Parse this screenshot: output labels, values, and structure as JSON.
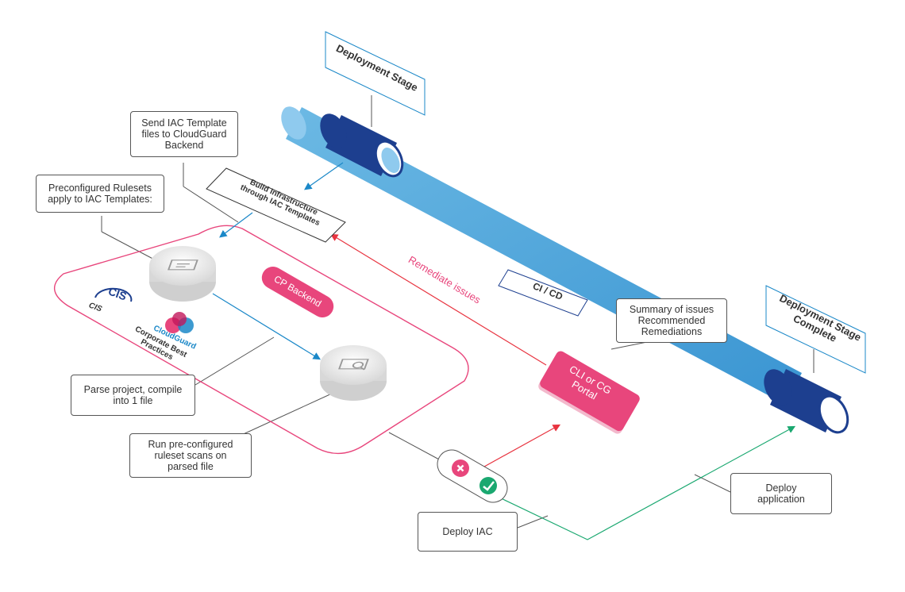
{
  "diagram": {
    "deployment_stage": "Deployment Stage",
    "deployment_stage_complete": "Deployment Stage\nComplete",
    "ci_cd": "CI / CD",
    "send_iac": "Send IAC Template\nfiles to CloudGuard\nBackend",
    "build_infra": "Build Infrastructure\nthrough IAC Templates",
    "preconfigured_rulesets": "Preconfigured Rulesets\napply to IAC Templates:",
    "cp_backend": "CP Backend",
    "remediate": "Remediate issues",
    "cli_portal": "CLI or CG\nPortal",
    "summary": "Summary of issues\nRecommended\nRemediations",
    "cis_logo": "CIS",
    "cis_label": "CIS",
    "cloudguard_logo": "CloudGuard",
    "corporate": "Corporate Best\nPractices",
    "parse_project": "Parse project, compile\ninto 1 file",
    "run_scans": "Run pre-configured\nruleset scans on\nparsed file",
    "deploy_iac": "Deploy IAC",
    "deploy_application": "Deploy\napplication"
  },
  "colors": {
    "pipe": "#4aa8dd",
    "pipe_dark": "#1d3f8f",
    "pink": "#e8467c",
    "blue_arrow": "#1b88c8",
    "green": "#1aa870",
    "red_arrow": "#e8333f"
  },
  "icons": [
    "monitor-icon",
    "scan-icon",
    "x-icon",
    "check-icon",
    "cis-logo",
    "cloudguard-logo"
  ]
}
